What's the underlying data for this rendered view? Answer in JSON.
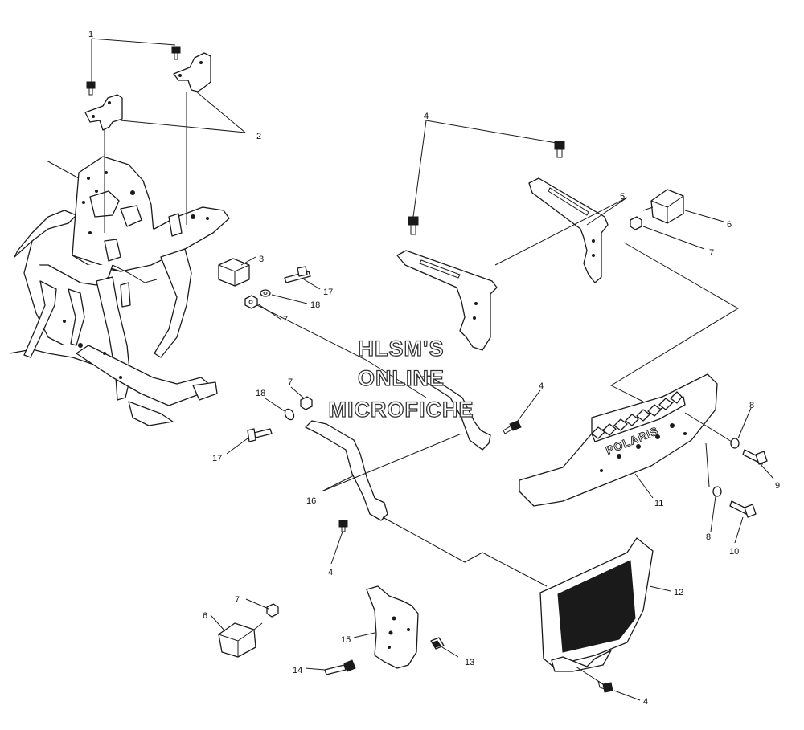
{
  "watermark": {
    "line1": "HLSM'S",
    "line2": "ONLINE",
    "line3": "MICROFICHE"
  },
  "grille_logo": "POLARIS",
  "callouts": {
    "c1": "1",
    "c2": "2",
    "c3": "3",
    "c4a": "4",
    "c4b": "4",
    "c4c": "4",
    "c4d": "4",
    "c5": "5",
    "c6a": "6",
    "c6b": "6",
    "c7a": "7",
    "c7b": "7",
    "c7c": "7",
    "c7d": "7",
    "c8a": "8",
    "c8b": "8",
    "c9": "9",
    "c10": "10",
    "c11": "11",
    "c12": "12",
    "c13": "13",
    "c14": "14",
    "c15": "15",
    "c16": "16",
    "c17a": "17",
    "c17b": "17",
    "c18a": "18",
    "c18b": "18"
  }
}
